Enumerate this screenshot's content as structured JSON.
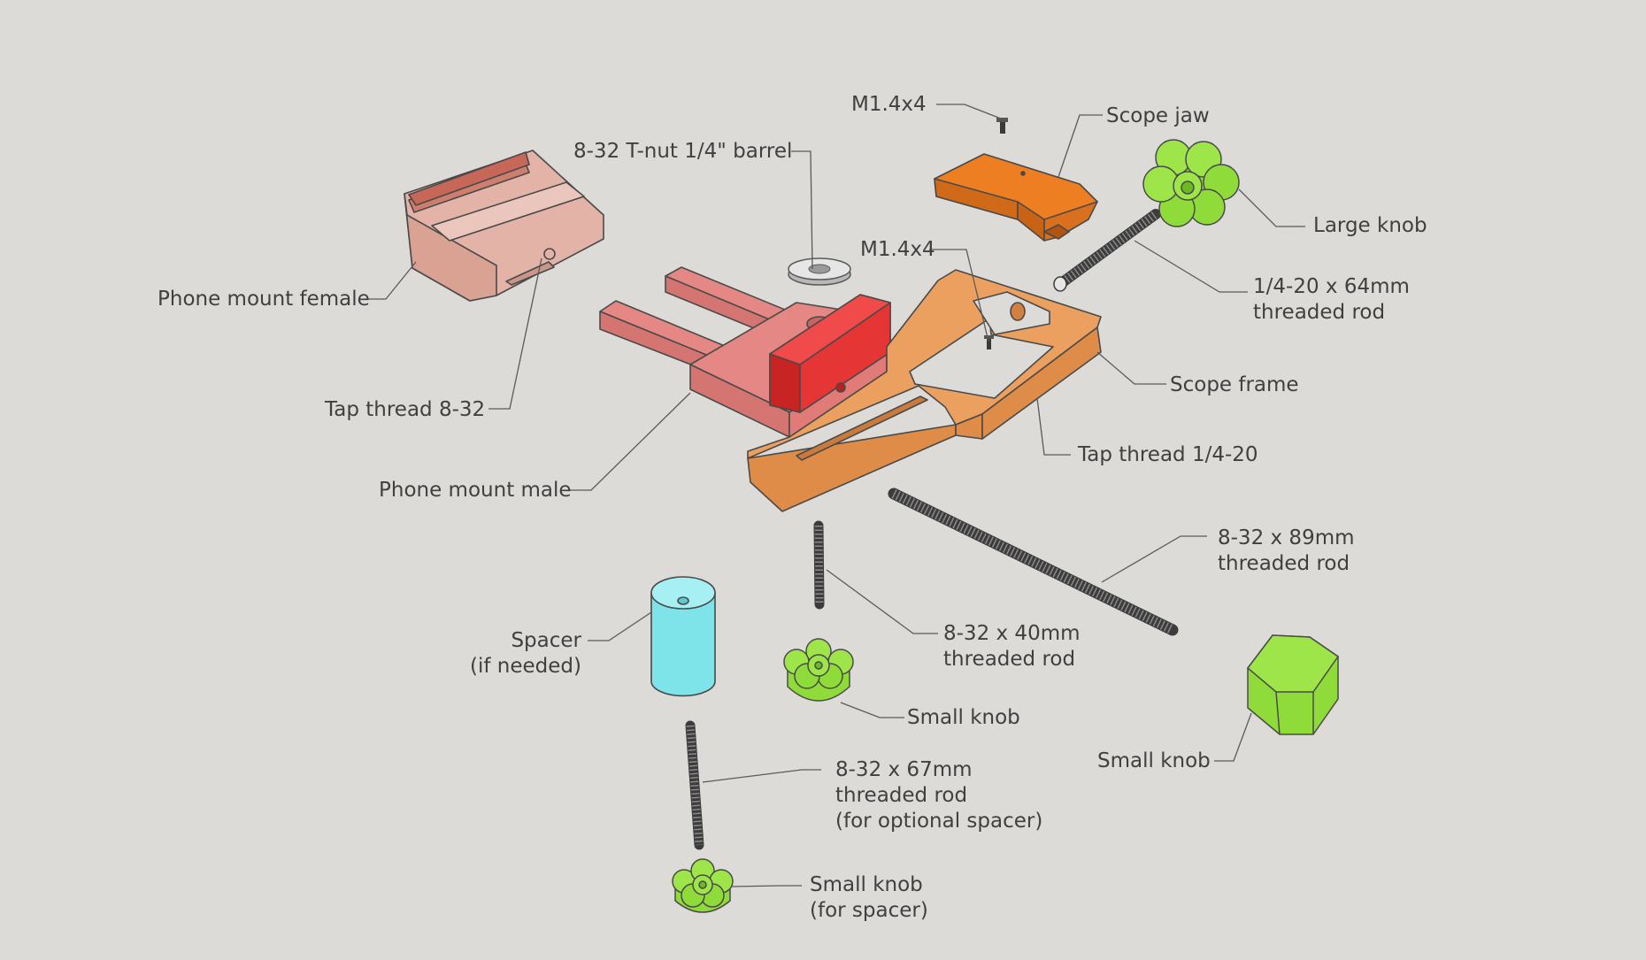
{
  "colors": {
    "background": "#dcdbd8",
    "phone_mount_female": "#e3b3a8",
    "phone_mount_male": "#e58784",
    "phone_mount_male_jaw": "#e53535",
    "scope_frame": "#eba05f",
    "scope_jaw": "#ee7e22",
    "knob": "#9ee54a",
    "spacer": "#7fe3ea",
    "hardware": "#4a4a4a"
  },
  "labels": {
    "m14x4_top": "M1.4x4",
    "scope_jaw": "Scope jaw",
    "tnut": "8-32 T-nut 1/4\" barrel",
    "large_knob": "Large knob",
    "m14x4_mid": "M1.4x4",
    "rod_64": [
      "1/4-20 x 64mm",
      "threaded rod"
    ],
    "phone_mount_female": "Phone mount female",
    "scope_frame": "Scope frame",
    "tap_8_32": "Tap thread 8-32",
    "tap_1_4_20": "Tap thread 1/4-20",
    "phone_mount_male": "Phone mount male",
    "rod_89": [
      "8-32 x 89mm",
      "threaded rod"
    ],
    "spacer": [
      "Spacer",
      "(if needed)"
    ],
    "rod_40": [
      "8-32 x 40mm",
      "threaded rod"
    ],
    "small_knob_1": "Small knob",
    "small_knob_2": "Small knob",
    "rod_67": [
      "8-32 x 67mm",
      "threaded rod",
      "(for optional spacer)"
    ],
    "small_knob_spacer": [
      "Small knob",
      "(for spacer)"
    ]
  }
}
